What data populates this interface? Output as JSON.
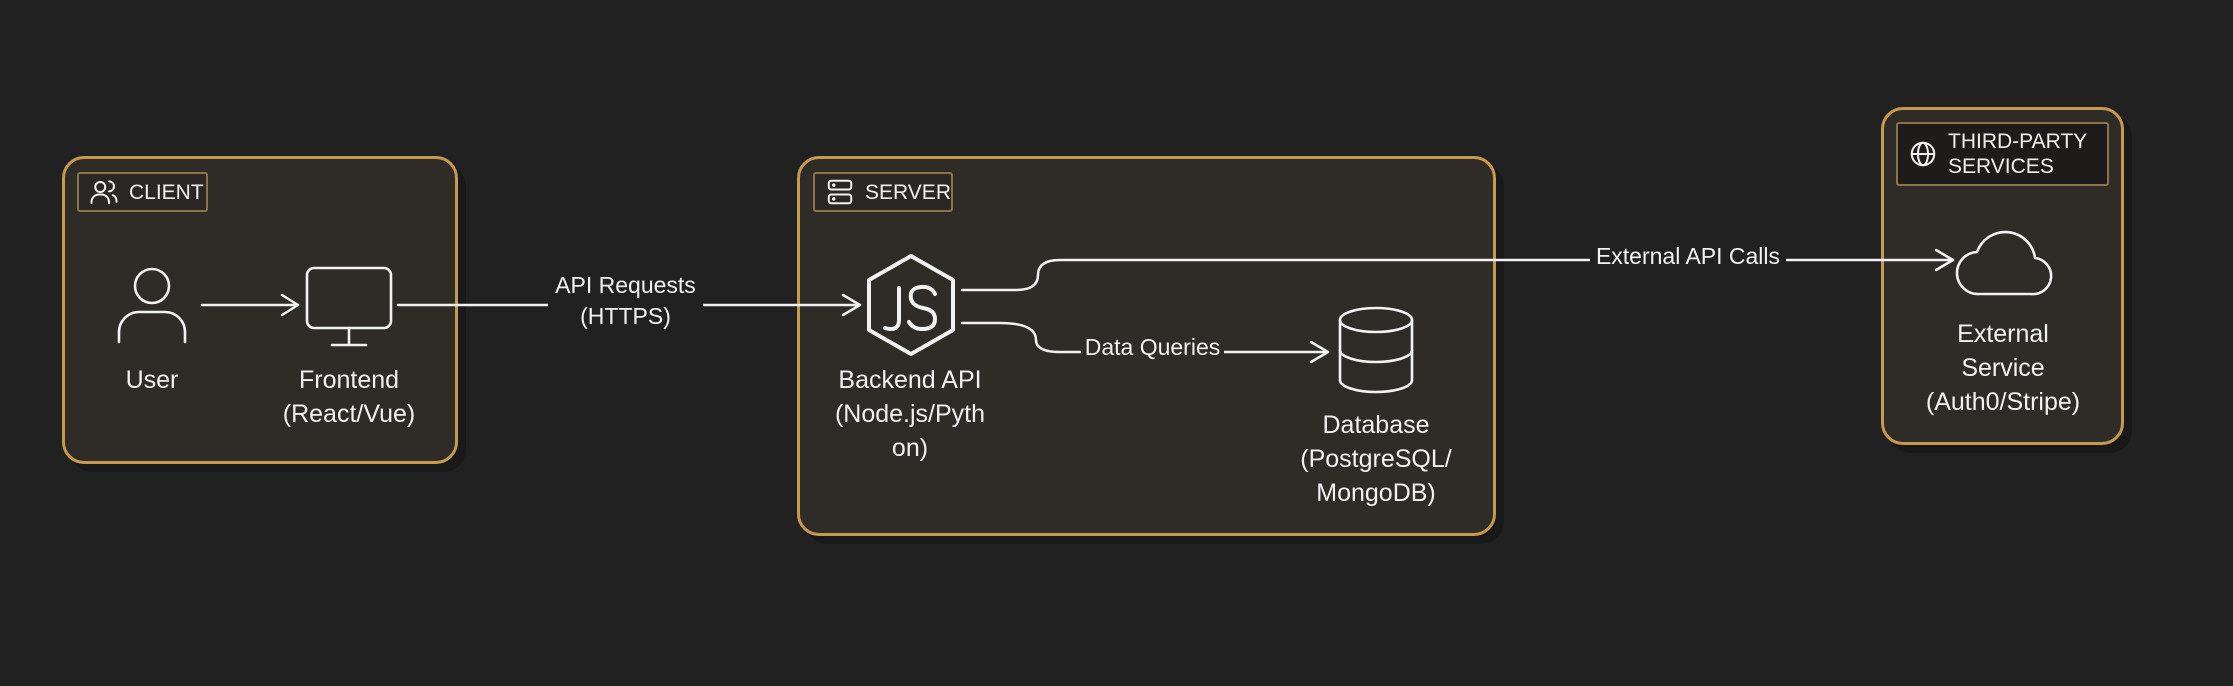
{
  "groups": {
    "client": {
      "title": "CLIENT",
      "icon": "users-icon"
    },
    "server": {
      "title": "SERVER",
      "icon": "server-icon"
    },
    "third_party": {
      "title": "THIRD-PARTY\nSERVICES",
      "icon": "globe-icon"
    }
  },
  "nodes": {
    "user": {
      "label": "User",
      "icon": "user-icon"
    },
    "frontend": {
      "label": "Frontend\n(React/Vue)",
      "icon": "monitor-icon"
    },
    "backend": {
      "label": "Backend API\n(Node.js/Pyth\non)",
      "icon": "nodejs-icon"
    },
    "database": {
      "label": "Database\n(PostgreSQL/\nMongoDB)",
      "icon": "database-icon"
    },
    "external": {
      "label": "External\nService\n(Auth0/Stripe)",
      "icon": "cloud-icon"
    }
  },
  "edges": {
    "api_requests": "API Requests\n(HTTPS)",
    "data_queries": "Data Queries",
    "external_calls": "External API Calls"
  },
  "colors": {
    "background": "#222121",
    "group_fill": "#2f2b26",
    "group_border": "#c7994e",
    "line": "#f2f2f2"
  }
}
